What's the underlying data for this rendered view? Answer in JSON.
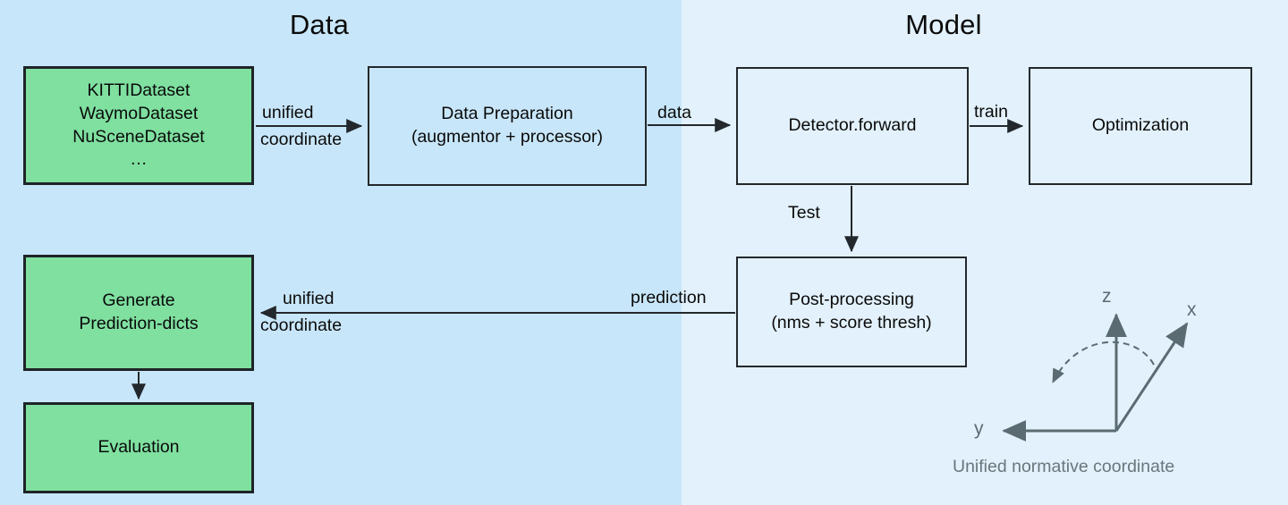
{
  "panels": {
    "data": {
      "title": "Data",
      "bg": "#c8e6f9"
    },
    "model": {
      "title": "Model",
      "bg": "#e2f1fb"
    }
  },
  "colors": {
    "green_node": "#7fe0a0",
    "node_border": "#23282c",
    "arrow": "#23282c",
    "axis": "#5a6b72"
  },
  "nodes": {
    "datasets": "KITTIDataset\nWaymoDataset\nNuSceneDataset\n…",
    "data_preparation": "Data Preparation\n(augmentor + processor)",
    "detector": "Detector.forward",
    "optimization": "Optimization",
    "post_processing": "Post-processing\n(nms + score thresh)",
    "generate_prediction": "Generate\nPrediction-dicts",
    "evaluation": "Evaluation"
  },
  "edges": {
    "unified_top_line1": "unified",
    "unified_top_line2": "coordinate",
    "data": "data",
    "train": "train",
    "test": "Test",
    "prediction": "prediction",
    "unified_bottom_line1": "unified",
    "unified_bottom_line2": "coordinate"
  },
  "coordinate_frame": {
    "axis_z": "z",
    "axis_x": "x",
    "axis_y": "y",
    "caption": "Unified normative coordinate"
  }
}
